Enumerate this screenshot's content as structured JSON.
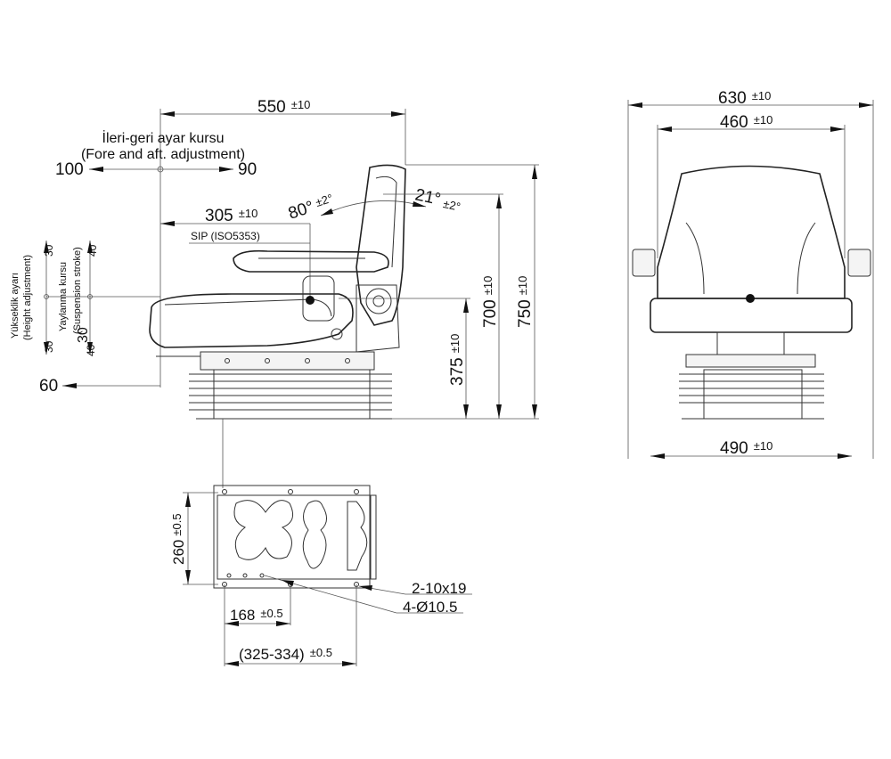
{
  "side_view": {
    "width_dim": {
      "value": "550",
      "tol": "±10"
    },
    "fore_aft": {
      "label_tr": "İleri-geri ayar kursu",
      "label_en": "(Fore and aft. adjustment)",
      "rear": "100",
      "front": "90"
    },
    "sip_dim": {
      "value": "305",
      "tol": "±10"
    },
    "sip_label": "SIP (ISO5353)",
    "backrest_angle_rear": {
      "value": "80°",
      "tol": "±2°"
    },
    "backrest_angle_front": {
      "value": "21°",
      "tol": "±2°"
    },
    "height_700": {
      "value": "700",
      "tol": "±10"
    },
    "height_750": {
      "value": "750",
      "tol": "±10"
    },
    "height_375": {
      "value": "375",
      "tol": "±10"
    },
    "height_adjustment": {
      "label_tr": "Yükseklik ayarı",
      "label_en": "(Height adjustment)",
      "up": "30",
      "down": "30"
    },
    "suspension_stroke": {
      "label_tr": "Yaylanma kursu",
      "label_en": "(Suspension stroke)",
      "up": "40",
      "down": "40",
      "mid": "30"
    },
    "bottom_offset": "60"
  },
  "front_view": {
    "overall_width": {
      "value": "630",
      "tol": "±10"
    },
    "backrest_width": {
      "value": "460",
      "tol": "±10"
    },
    "base_width": {
      "value": "490",
      "tol": "±10"
    }
  },
  "base_plate": {
    "depth": {
      "value": "260",
      "tol": "±0.5"
    },
    "hole_spacing": {
      "value": "168",
      "tol": "±0.5"
    },
    "rail_spacing": {
      "value": "(325-334)",
      "tol": "±0.5"
    },
    "slots": "2-10x19",
    "holes": "4-Ø10.5"
  }
}
